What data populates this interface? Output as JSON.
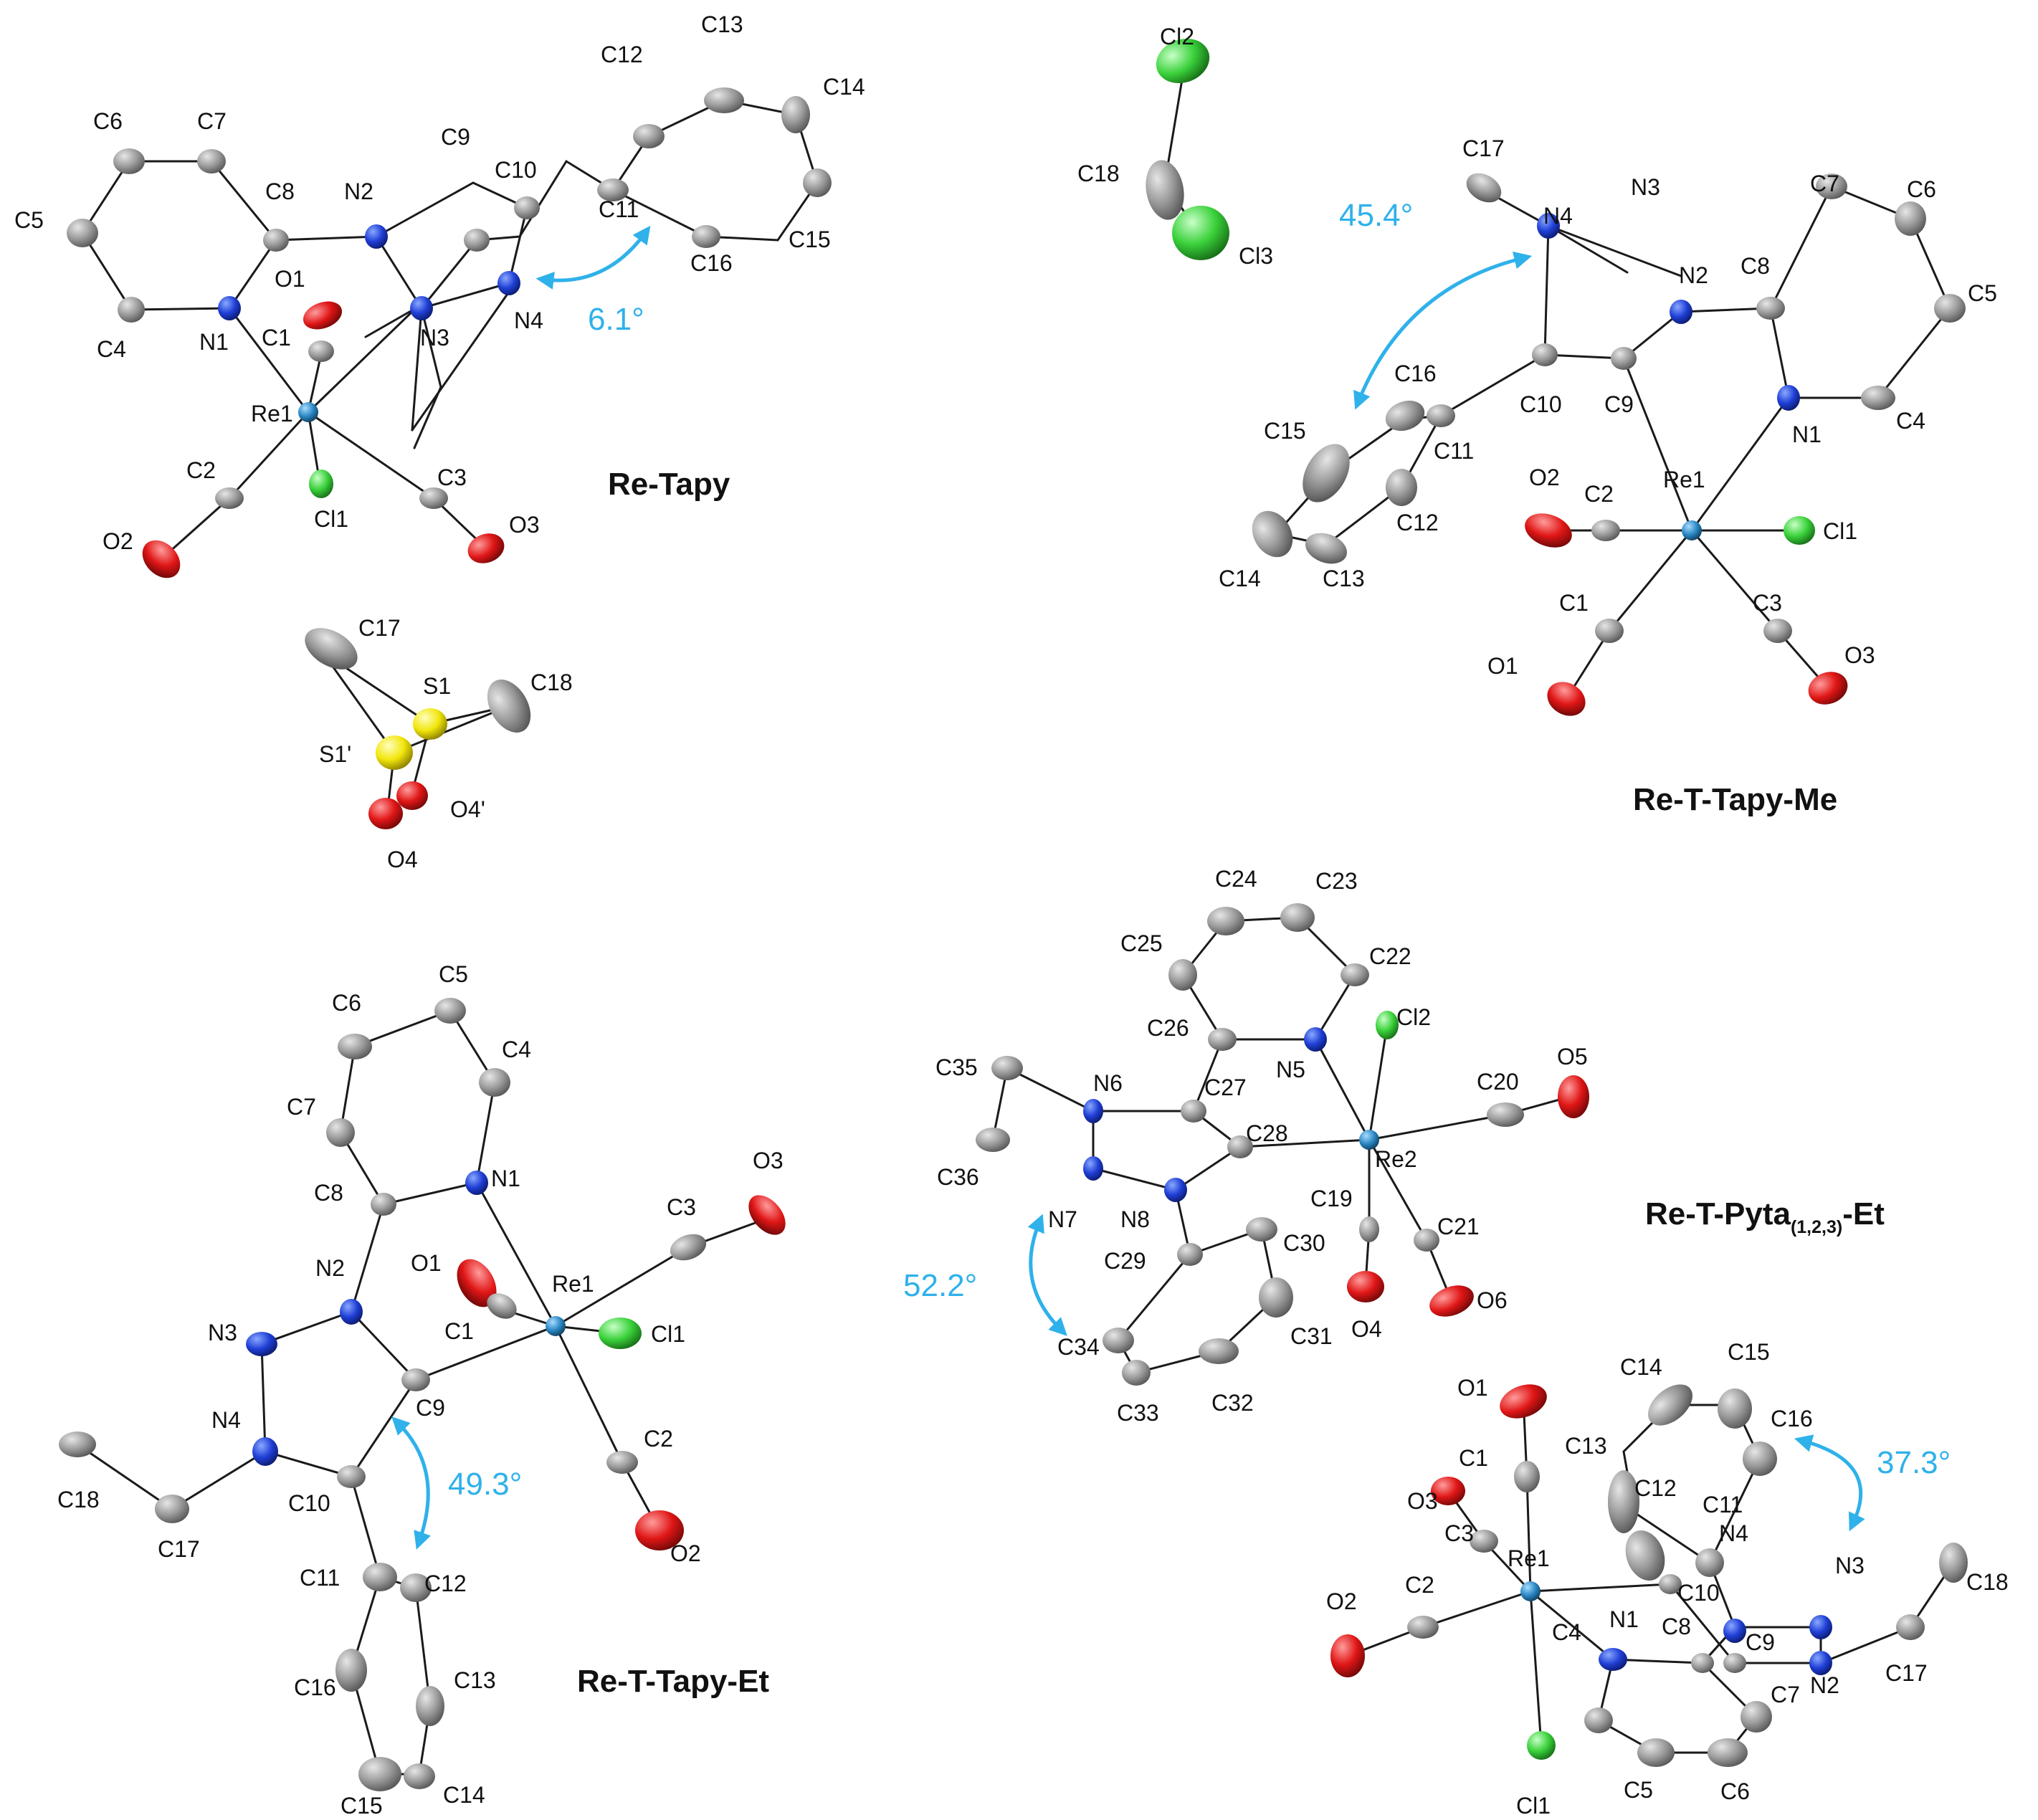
{
  "figure": {
    "panels": [
      {
        "id": "re-tapy",
        "title": "Re-Tapy",
        "angle": "6.1°",
        "atoms": [
          "C6",
          "C7",
          "C8",
          "N2",
          "C9",
          "C10",
          "C11",
          "C12",
          "C13",
          "C14",
          "C15",
          "C16",
          "C5",
          "C4",
          "N1",
          "O1",
          "C1",
          "N3",
          "N4",
          "Re1",
          "C2",
          "C3",
          "Cl1",
          "O2",
          "O3"
        ],
        "solvent_atoms": [
          "C17",
          "S1",
          "S1'",
          "C18",
          "O4'",
          "O4"
        ]
      },
      {
        "id": "re-t-tapy-me",
        "title": "Re-T-Tapy-Me",
        "angle": "45.4°",
        "atoms": [
          "Cl2",
          "C18",
          "Cl3",
          "C17",
          "N3",
          "N4",
          "N2",
          "C8",
          "C7",
          "C6",
          "C5",
          "C16",
          "C10",
          "C9",
          "N1",
          "C4",
          "C15",
          "C11",
          "Re1",
          "C12",
          "O2",
          "C2",
          "Cl1",
          "C14",
          "C13",
          "C1",
          "C3",
          "O1",
          "O3"
        ]
      },
      {
        "id": "re-t-tapy-et",
        "title": "Re-T-Tapy-Et",
        "angle": "49.3°",
        "atoms": [
          "C5",
          "C6",
          "C4",
          "C7",
          "N1",
          "O3",
          "C8",
          "C3",
          "N2",
          "O1",
          "Re1",
          "N3",
          "C1",
          "Cl1",
          "C9",
          "C2",
          "N4",
          "C18",
          "C10",
          "C17",
          "O2",
          "C11",
          "C12",
          "C16",
          "C13",
          "C15",
          "C14"
        ]
      },
      {
        "id": "re-t-pyta-et",
        "title_main": "Re-T-Pyta",
        "title_sub": "(1,2,3)",
        "title_end": "-Et",
        "angles": [
          "52.2°",
          "37.3°"
        ],
        "atoms": [
          "C24",
          "C23",
          "C25",
          "C22",
          "C26",
          "Cl2",
          "C35",
          "N6",
          "N5",
          "C27",
          "C20",
          "O5",
          "C28",
          "Re2",
          "C36",
          "N7",
          "N8",
          "C19",
          "C21",
          "C30",
          "C29",
          "O4",
          "O6",
          "C31",
          "C34",
          "C33",
          "C32",
          "O1",
          "C15",
          "C14",
          "C16",
          "C13",
          "C1",
          "C12",
          "C11",
          "O3",
          "C3",
          "N4",
          "N3",
          "C18",
          "Re1",
          "C10",
          "O2",
          "C2",
          "C4",
          "N1",
          "C8",
          "C9",
          "N2",
          "C17",
          "C7",
          "C5",
          "C6",
          "Cl1"
        ]
      }
    ]
  },
  "colors": {
    "carbon": "#8c8c8c",
    "nitrogen": "#1f3fd6",
    "oxygen": "#e01616",
    "chlorine": "#3ad13a",
    "sulfur": "#f2e60c",
    "rhenium": "#2b88c4",
    "angle_arrow": "#2fb1ea"
  }
}
